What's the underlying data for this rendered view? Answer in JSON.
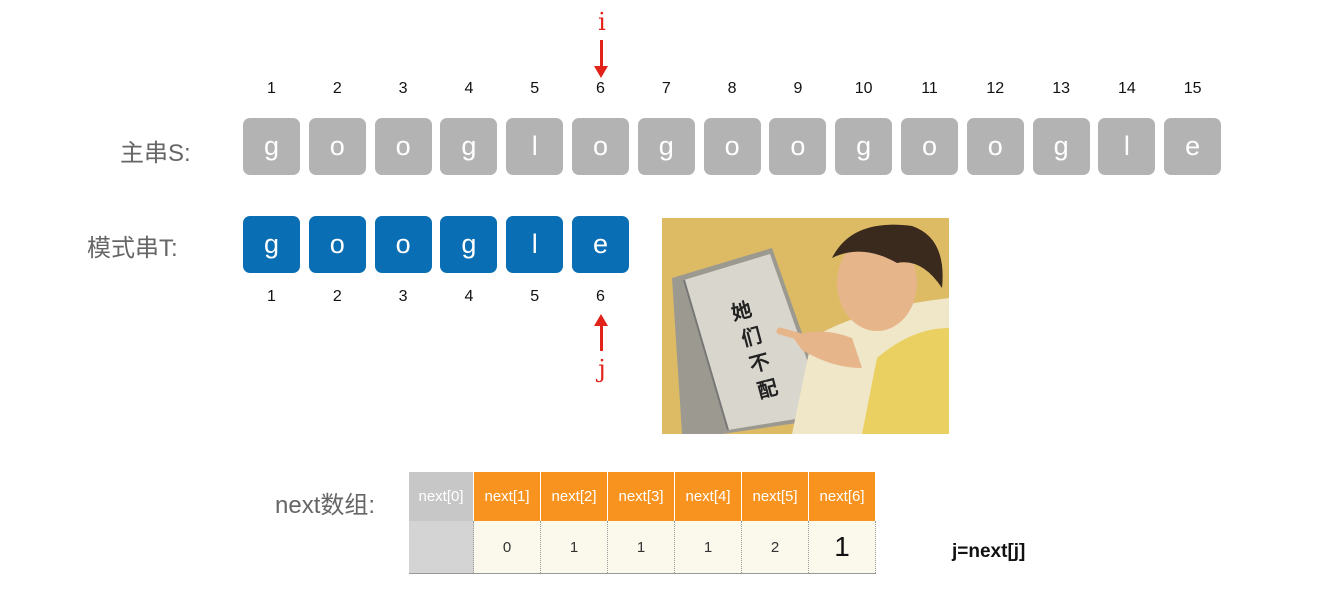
{
  "main_string": {
    "label": "主串S:",
    "indices": [
      "1",
      "2",
      "3",
      "4",
      "5",
      "6",
      "7",
      "8",
      "9",
      "10",
      "11",
      "12",
      "13",
      "14",
      "15"
    ],
    "chars": [
      "g",
      "o",
      "o",
      "g",
      "l",
      "o",
      "g",
      "o",
      "o",
      "g",
      "o",
      "o",
      "g",
      "l",
      "e"
    ]
  },
  "pattern": {
    "label": "模式串T:",
    "chars": [
      "g",
      "o",
      "o",
      "g",
      "l",
      "e"
    ],
    "indices": [
      "1",
      "2",
      "3",
      "4",
      "5",
      "6"
    ]
  },
  "pointer_i": "i",
  "pointer_j": "j",
  "meme": {
    "caption_chars": [
      "她",
      "们",
      "不",
      "配"
    ]
  },
  "next_array": {
    "label": "next数组:",
    "headers": [
      "next[0]",
      "next[1]",
      "next[2]",
      "next[3]",
      "next[4]",
      "next[5]",
      "next[6]"
    ],
    "values": [
      "",
      "0",
      "1",
      "1",
      "1",
      "2",
      "1"
    ]
  },
  "formula": "j=next[j]",
  "colors": {
    "main_box": "#b3b3b3",
    "pattern_box": "#0a6eb4",
    "pointer": "#e2231a",
    "header_orange": "#f7931e",
    "header_gray": "#c7c7c7"
  }
}
